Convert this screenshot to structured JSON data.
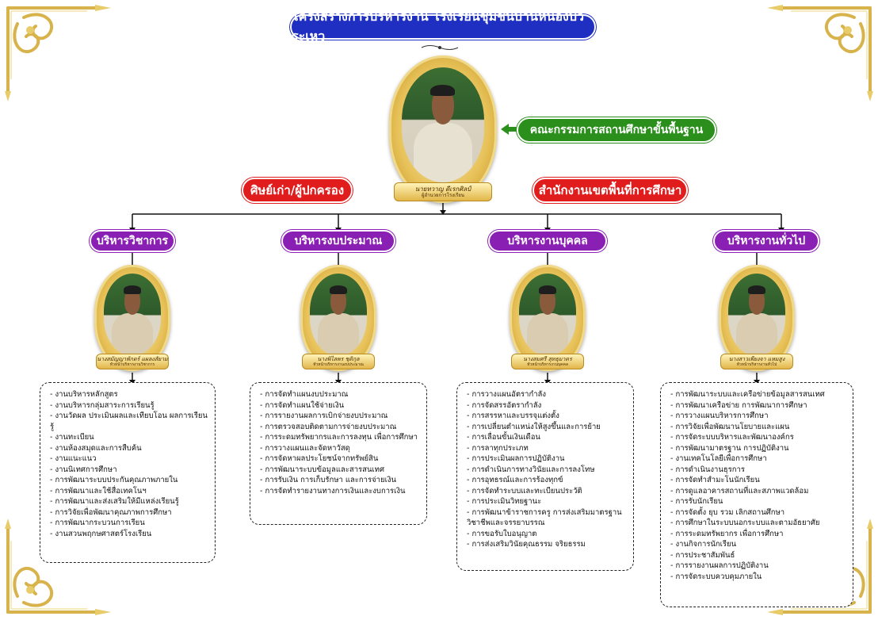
{
  "title": "โครงสร้างการบริหารงาน โรงเรียนชุมชนบ้านหนองบัวระเหว",
  "director": {
    "name": "นายทวาญ ดีเรกศิลป์",
    "role": "ผู้อำนวยการโรงเรียน"
  },
  "board_label": "คณะกรรมการสถานศึกษาขั้นพื้นฐาน",
  "left_label": "ศิษย์เก่า/ผู้ปกครอง",
  "right_label": "สำนักงานเขตพื้นที่การศึกษา",
  "departments": [
    {
      "label": "บริหารวิชาการ",
      "head": {
        "name": "นางสมัญญาพักตร์ แผลงสัยาม",
        "role": "หัวหน้าบริหารงานวิชาการ"
      },
      "tasks": [
        "งานบริหารหลักสูตร",
        "งานบริหารกลุ่มสาระการเรียนรู้",
        "งานวัดผล ประเมินผลและเทียบโอน ผลการเรียนรู้",
        "งานทะเบียน",
        "งานห้องสมุดและการสืบค้น",
        "งานแนะแนว",
        "งานนิเทศการศึกษา",
        "การพัฒนาระบบประกันคุณภาพภายใน",
        "การพัฒนาและใช้สื่อเทคโนฯ",
        "การพัฒนาและส่งเสริมให้มีแหล่งเรียนรู้",
        "การวิจัยเพื่อพัฒนาคุณภาพการศึกษา",
        "การพัฒนากระบวนการเรียน",
        "งานสวนพฤกษศาสตร์โรงเรียน"
      ]
    },
    {
      "label": "บริหารงบประมาณ",
      "head": {
        "name": "นางพิไลพร ชุติกุล",
        "role": "หัวหน้าบริหารงานงบประมาณ"
      },
      "tasks": [
        "การจัดทำแผนงบประมาณ",
        "การจัดทำแผนใช้จ่ายเงิน",
        "การรายงานผลการเบิกจ่ายงบประมาณ",
        "การตรวจสอบติดตามการจ่ายงบประมาณ",
        "การระดมทรัพยากรและการลงทุน เพื่อการศึกษา",
        "การวางแผนและจัดหาวัสดุ",
        "การจัดหาผลประโยชน์จากทรัพย์สิน",
        "การพัฒนาระบบข้อมูลและสารสนเทศ",
        "การรับเงิน การเก็บรักษา และการจ่ายเงิน",
        "การจัดทำรายงานทางการเงินและงบการเงิน"
      ]
    },
    {
      "label": "บริหารงานบุคคล",
      "head": {
        "name": "นางสมศรี สุทธุมาตร",
        "role": "หัวหน้าบริหารงานบุคคล"
      },
      "tasks": [
        "การวางแผนอัตรากำลัง",
        "การจัดสรรอัตรากำลัง",
        "การสรรหาและบรรจุแต่งตั้ง",
        "การเปลี่ยนตำแหน่งให้สูงขึ้นและการย้าย",
        "การเลื่อนขั้นเงินเดือน",
        "การลาทุกประเภท",
        "การประเมินผลการปฏิบัติงาน",
        "การดำเนินการทางวินัยและการลงโทษ",
        "การอุทธรณ์และการร้องทุกข์",
        "การจัดทำระบบและทะเบียนประวัติ",
        "การประเมินวิทยฐานะ",
        "การพัฒนาข้าราชการครู การส่งเสริมมาตรฐานวิชาชีพและจรรยาบรรณ",
        "การขอรับใบอนุญาต",
        "การส่งเสริมวินัยคุณธรรม จริยธรรม"
      ]
    },
    {
      "label": "บริหารงานทั่วไป",
      "head": {
        "name": "นางสาวเพียงจา แหมสูง",
        "role": "หัวหน้าบริหารงานทั่วไป"
      },
      "tasks": [
        "การพัฒนาระบบและเครือข่ายข้อมูลสารสนเทศ",
        "การพัฒนาเครือข่าย การพัฒนาการศึกษา",
        "การวางแผนบริหารการศึกษา",
        "การวิจัยเพื่อพัฒนานโยบายและแผน",
        "การจัดระบบบริหารและพัฒนาองค์กร",
        "การพัฒนามาตรฐาน การปฏิบัติงาน",
        "งานเทคโนโลยีเพื่อการศึกษา",
        "การดำเนินงานธุรการ",
        "การจัดทำสำมะโนนักเรียน",
        "การดูแลอาคารสถานที่และสภาพแวดล้อม",
        "การรับนักเรียน",
        "การจัดตั้ง ยุบ รวม เลิกสถานศึกษา",
        "การศึกษาในระบบนอกระบบและตามอัธยาศัย",
        "การระดมทรัพยากร เพื่อการศึกษา",
        "งานกิจการนักเรียน",
        "การประชาสัมพันธ์",
        "การรายงานผลการปฏิบัติงาน",
        "การจัดระบบควบคุมภายใน"
      ]
    }
  ],
  "colors": {
    "title_bg": "#1f2fc1",
    "board_bg": "#2a8f1b",
    "red_bg": "#e01c1c",
    "dept_bg": "#8a1fb4",
    "gold": "#e2b64a"
  }
}
